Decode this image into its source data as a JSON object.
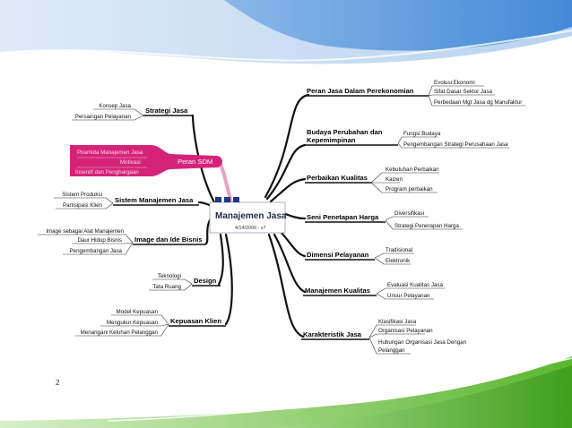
{
  "center": {
    "title": "Manajemen Jasa",
    "date": "4/14/2000 - v7"
  },
  "page_number": "2",
  "left_branches": [
    {
      "label": "Strategi Jasa",
      "subs": [
        "Konsep Jasa",
        "Persaingan Pelayanan"
      ]
    },
    {
      "label": "Peran SDM",
      "subs": [
        "Piramida Manajemen Jasa",
        "Motivasi",
        "Insentif dan Penghargaan"
      ]
    },
    {
      "label": "Sistem Manajemen Jasa",
      "subs": [
        "Sistem Produksi",
        "Partisipasi Klien"
      ]
    },
    {
      "label": "Image dan Ide Bisnis",
      "subs": [
        "Image sebagai Alat Manajemen",
        "Daur Hidup Bisnis",
        "Pengembangan Jasa"
      ]
    },
    {
      "label": "Design",
      "subs": [
        "Teknologi",
        "Tata Ruang"
      ]
    },
    {
      "label": "Kepuasan Klien",
      "subs": [
        "Model Kepuasan",
        "Mengukur Kepuasan",
        "Menangani Keluhan Pelanggan"
      ]
    }
  ],
  "right_branches": [
    {
      "label": "Peran Jasa Dalam Perekonomian",
      "subs": [
        "Evolusi Ekonomi",
        "Sifat Dasar Sektor Jasa",
        "Perbedaan Mgt Jasa dg Manufaktur"
      ]
    },
    {
      "label": "Budaya Perubahan dan",
      "label2": "Kepemimpinan",
      "subs": [
        "Fungsi Budaya",
        "Pengembangan Strategi Perusahaan Jasa"
      ]
    },
    {
      "label": "Perbaikan Kualitas",
      "subs": [
        "Kebutuhan Perbaikan",
        "Kaizen",
        "Program perbaikan"
      ]
    },
    {
      "label": "Seni Penetapan Harga",
      "subs": [
        "Diversifikasi",
        "Strategi Penerapan Harga"
      ]
    },
    {
      "label": "Dimensi Pelayanan",
      "subs": [
        "Tradisional",
        "Elektronik"
      ]
    },
    {
      "label": "Manajemen Kualitas",
      "subs": [
        "Evaluasi Kualitas Jasa",
        "Unsur Pelayanan"
      ]
    },
    {
      "label": "Karakteristik Jasa",
      "subs": [
        "Klasifikasi Jasa",
        "Organisasi Pelayanan",
        "Hubungan Organisasi Jasa Dengan",
        "Pelanggan"
      ]
    }
  ],
  "colors": {
    "branch": "#111111",
    "pink": "#d6237a",
    "top_blue": "#2f7dd3",
    "bottom_green": "#5cb630"
  }
}
